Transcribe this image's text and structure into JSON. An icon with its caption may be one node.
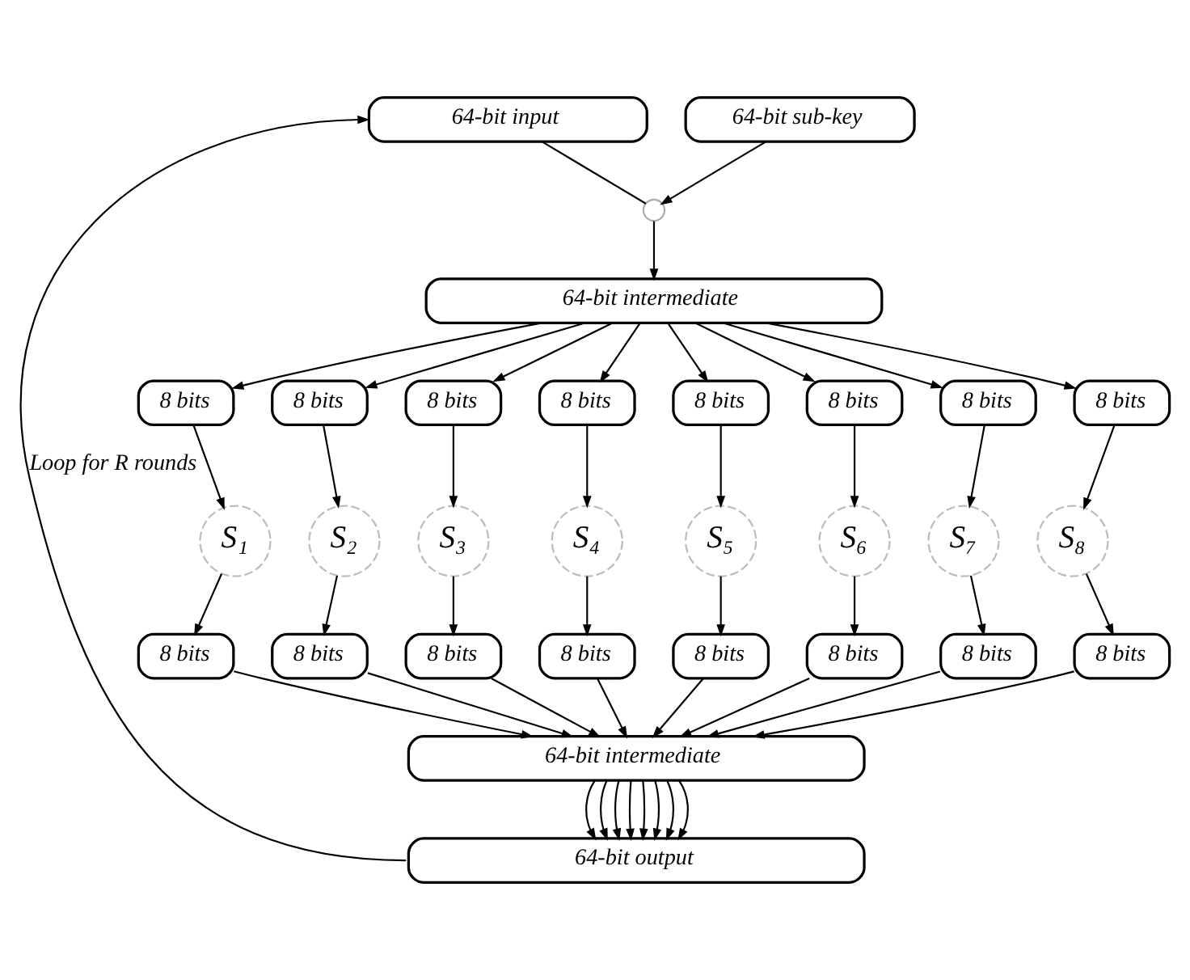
{
  "diagram": {
    "nodes": [
      {
        "text": [
          "64-bit input"
        ]
      },
      {
        "text": [
          "64-bit sub-key"
        ]
      },
      {
        "text": [],
        "shape": "circle"
      },
      {
        "text": [
          "64-bit intermediate"
        ]
      },
      {
        "text": [
          "8 bits"
        ]
      },
      {
        "text": [
          "8 bits"
        ]
      },
      {
        "text": [
          "8 bits"
        ]
      },
      {
        "text": [
          "8 bits"
        ]
      },
      {
        "text": [
          "8 bits"
        ]
      },
      {
        "text": [
          "8 bits"
        ]
      },
      {
        "text": [
          "8 bits"
        ]
      },
      {
        "text": [
          "8 bits"
        ]
      },
      {
        "text": [
          "S₁"
        ]
      },
      {
        "text": [
          "S₂"
        ]
      },
      {
        "text": [
          "S₃"
        ]
      },
      {
        "text": [
          "S₄"
        ]
      },
      {
        "text": [
          "S₅"
        ]
      },
      {
        "text": [
          "S₆"
        ]
      },
      {
        "text": [
          "S₇"
        ]
      },
      {
        "text": [
          "S₈"
        ]
      },
      {
        "text": [
          "8 bits"
        ]
      },
      {
        "text": [
          "8 bits"
        ]
      },
      {
        "text": [
          "8 bits"
        ]
      },
      {
        "text": [
          "8 bits"
        ]
      },
      {
        "text": [
          "8 bits"
        ]
      },
      {
        "text": [
          "8 bits"
        ]
      },
      {
        "text": [
          "8 bits"
        ]
      },
      {
        "text": [
          "8 bits"
        ]
      },
      {
        "text": [
          "64-bit intermediate"
        ]
      },
      {
        "text": [
          "64-bit output"
        ]
      }
    ],
    "edges": [
      {
        "from": 0,
        "to": 2,
        "arrow": "none"
      },
      {
        "from": 1,
        "to": 2,
        "arrow": "to"
      },
      {
        "from": 2,
        "to": 3,
        "arrow": "to"
      },
      {
        "from": 3,
        "to": 4,
        "arrow": "to"
      },
      {
        "from": 3,
        "to": 5,
        "arrow": "to"
      },
      {
        "from": 3,
        "to": 6,
        "arrow": "to"
      },
      {
        "from": 3,
        "to": 7,
        "arrow": "to"
      },
      {
        "from": 3,
        "to": 8,
        "arrow": "to"
      },
      {
        "from": 3,
        "to": 9,
        "arrow": "to"
      },
      {
        "from": 3,
        "to": 10,
        "arrow": "to"
      },
      {
        "from": 3,
        "to": 11,
        "arrow": "to"
      },
      {
        "from": 4,
        "to": 12,
        "arrow": "to"
      },
      {
        "from": 5,
        "to": 13,
        "arrow": "to"
      },
      {
        "from": 6,
        "to": 14,
        "arrow": "to"
      },
      {
        "from": 7,
        "to": 15,
        "arrow": "to"
      },
      {
        "from": 8,
        "to": 16,
        "arrow": "to"
      },
      {
        "from": 9,
        "to": 17,
        "arrow": "to"
      },
      {
        "from": 10,
        "to": 18,
        "arrow": "to"
      },
      {
        "from": 11,
        "to": 19,
        "arrow": "to"
      },
      {
        "from": 12,
        "to": 20,
        "arrow": "to"
      },
      {
        "from": 13,
        "to": 21,
        "arrow": "to"
      },
      {
        "from": 14,
        "to": 22,
        "arrow": "to"
      },
      {
        "from": 15,
        "to": 23,
        "arrow": "to"
      },
      {
        "from": 16,
        "to": 24,
        "arrow": "to"
      },
      {
        "from": 17,
        "to": 25,
        "arrow": "to"
      },
      {
        "from": 18,
        "to": 26,
        "arrow": "to"
      },
      {
        "from": 19,
        "to": 27,
        "arrow": "to"
      },
      {
        "from": 20,
        "to": 28,
        "arrow": "to"
      },
      {
        "from": 21,
        "to": 28,
        "arrow": "to"
      },
      {
        "from": 22,
        "to": 28,
        "arrow": "to"
      },
      {
        "from": 23,
        "to": 28,
        "arrow": "to"
      },
      {
        "from": 24,
        "to": 28,
        "arrow": "to"
      },
      {
        "from": 25,
        "to": 28,
        "arrow": "to"
      },
      {
        "from": 26,
        "to": 28,
        "arrow": "to"
      },
      {
        "from": 27,
        "to": 28,
        "arrow": "to"
      },
      {
        "from": 28,
        "to": 29,
        "arrow": "to"
      },
      {
        "from": 28,
        "to": 29,
        "arrow": "to"
      },
      {
        "from": 28,
        "to": 29,
        "arrow": "to"
      },
      {
        "from": 28,
        "to": 29,
        "arrow": "to"
      },
      {
        "from": 28,
        "to": 29,
        "arrow": "to"
      },
      {
        "from": 28,
        "to": 29,
        "arrow": "to"
      },
      {
        "from": 28,
        "to": 29,
        "arrow": "to"
      },
      {
        "from": 28,
        "to": 29,
        "arrow": "to"
      },
      {
        "from": 29,
        "to": 0,
        "arrow": "to",
        "label": "Loop for R rounds"
      }
    ]
  }
}
